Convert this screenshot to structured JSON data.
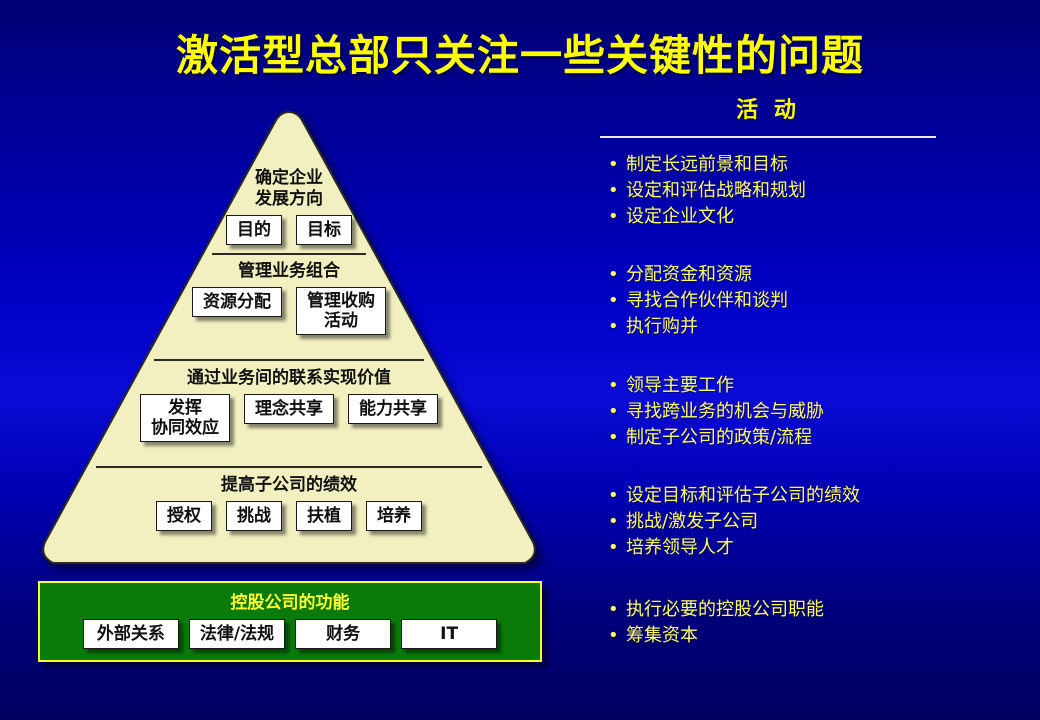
{
  "slide": {
    "title": "激活型总部只关注一些关键性的问题",
    "background_top_color": "#000073",
    "background_mid_color": "#0b0bd6",
    "accent_yellow": "#ffff00",
    "pyramid_fill_color": "#f2efc0",
    "green_box_color": "#0a7a0a"
  },
  "pyramid": {
    "tiers": [
      {
        "title": "确定企业\n发展方向",
        "title_line1": "确定企业",
        "title_line2": "发展方向",
        "nodes": [
          {
            "label": "目的"
          },
          {
            "label": "目标"
          }
        ]
      },
      {
        "title": "管理业务组合",
        "nodes": [
          {
            "label": "资源分配"
          },
          {
            "label_line1": "管理收购",
            "label_line2": "活动"
          }
        ]
      },
      {
        "title": "通过业务间的联系实现价值",
        "nodes": [
          {
            "label_line1": "发挥",
            "label_line2": "协同效应"
          },
          {
            "label": "理念共享"
          },
          {
            "label": "能力共享"
          }
        ]
      },
      {
        "title": "提高子公司的绩效",
        "nodes": [
          {
            "label": "授权"
          },
          {
            "label": "挑战"
          },
          {
            "label": "扶植"
          },
          {
            "label": "培养"
          }
        ]
      }
    ]
  },
  "green_box": {
    "title": "控股公司的功能",
    "nodes": [
      {
        "label": "外部关系"
      },
      {
        "label": "法律/法规"
      },
      {
        "label": "财务"
      },
      {
        "label": "IT"
      }
    ]
  },
  "activities": {
    "heading": "活 动",
    "groups": [
      {
        "items": [
          "制定长远前景和目标",
          "设定和评估战略和规划",
          "设定企业文化"
        ]
      },
      {
        "items": [
          "分配资金和资源",
          "寻找合作伙伴和谈判",
          "执行购并"
        ]
      },
      {
        "items": [
          "领导主要工作",
          "寻找跨业务的机会与威胁",
          "制定子公司的政策/流程"
        ]
      },
      {
        "items": [
          "设定目标和评估子公司的绩效",
          "挑战/激发子公司",
          "培养领导人才"
        ]
      },
      {
        "items": [
          "执行必要的控股公司职能",
          "筹集资本"
        ]
      }
    ],
    "bullet_glyph": "•"
  }
}
